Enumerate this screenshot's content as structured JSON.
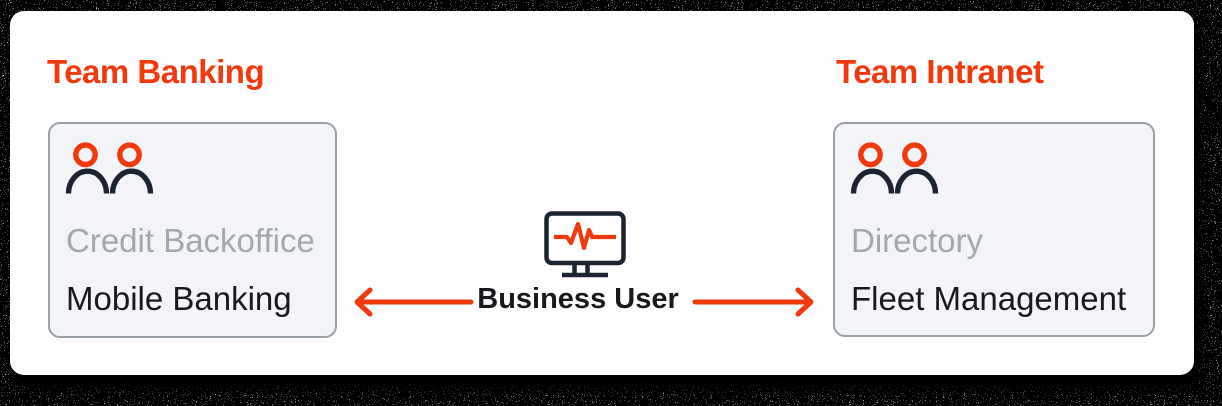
{
  "teams": [
    {
      "name": "Team Banking",
      "services": [
        {
          "label": "Credit Backoffice"
        },
        {
          "label": "Mobile Banking"
        }
      ]
    },
    {
      "name": "Team Intranet",
      "services": [
        {
          "label": "Directory"
        },
        {
          "label": "Fleet Management"
        }
      ]
    }
  ],
  "center": {
    "label": "Business User"
  },
  "icons": {
    "team_members": "users-icon",
    "business_user": "monitor-pulse-icon",
    "to_left_card": "arrow-left-icon",
    "to_right_card": "arrow-right-icon"
  },
  "colors": {
    "accent": "#f0390d",
    "icon_dark": "#1b2430",
    "panel_bg": "#ffffff",
    "card_bg": "#f3f4f7",
    "card_border": "#9aa0a8",
    "text_muted": "#a3a7ae",
    "text_dark": "#17191c"
  }
}
